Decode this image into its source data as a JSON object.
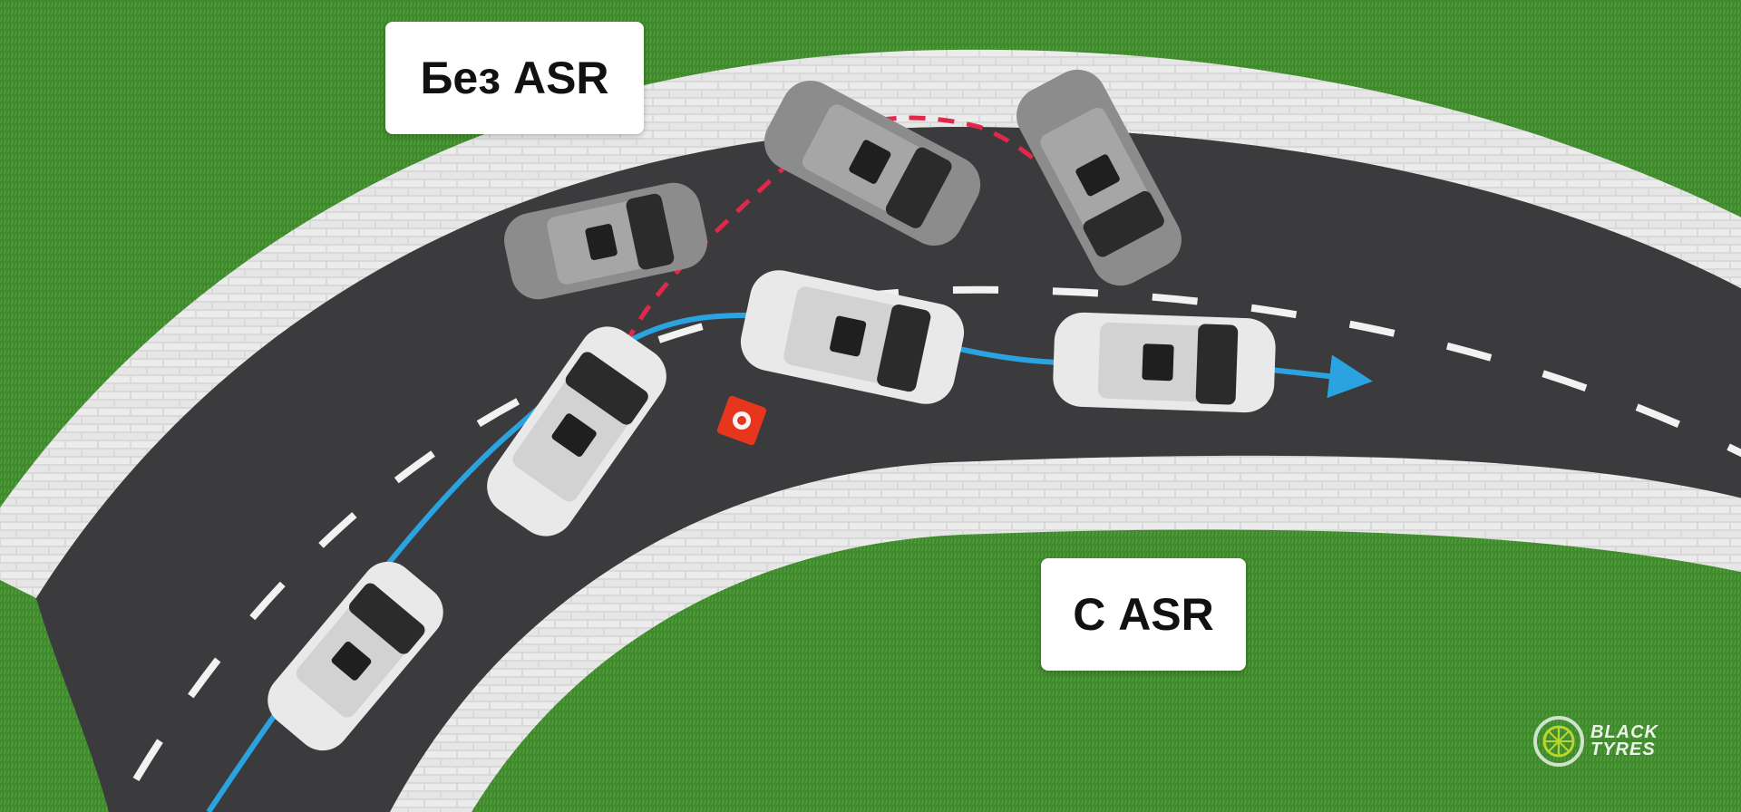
{
  "labels": {
    "without_asr": "Без ASR",
    "with_asr": "С ASR"
  },
  "watermark": {
    "line1": "BLACK",
    "line2": "TYRES"
  },
  "colors": {
    "grass": "#3f8a2c",
    "asphalt": "#3b3b3d",
    "curb": "#d6d6d6",
    "path_with_asr": "#2aa3e0",
    "path_without_asr": "#e0284a",
    "car_white": "#e9e9e9",
    "car_grey": "#8c8c8c",
    "cone": "#e8361e"
  },
  "icons": [
    "tyre-logo-icon",
    "traffic-cone-icon",
    "arrow-right-icon"
  ]
}
